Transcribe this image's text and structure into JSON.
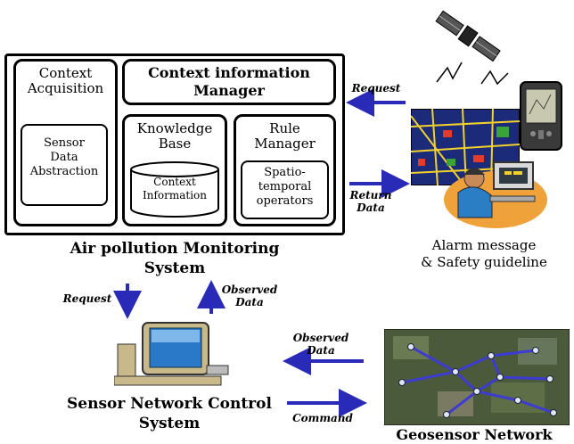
{
  "monitoring_system": {
    "title_line1": "Air pollution Monitoring",
    "title_line2": "System",
    "context_acquisition": {
      "line1": "Context",
      "line2": "Acquisition"
    },
    "sensor_data_abstraction": {
      "line1": "Sensor",
      "line2": "Data",
      "line3": "Abstraction"
    },
    "context_manager": {
      "line1": "Context information",
      "line2": "Manager"
    },
    "knowledge_base": {
      "line1": "Knowledge",
      "line2": "Base"
    },
    "context_information_db": {
      "line1": "Context",
      "line2": "Information"
    },
    "rule_manager": {
      "line1": "Rule",
      "line2": "Manager"
    },
    "spatio_temporal": {
      "line1": "Spatio-",
      "line2": "temporal",
      "line3": "operators"
    }
  },
  "flows": {
    "request_top": "Request",
    "return_data": {
      "line1": "Return",
      "line2": "Data"
    },
    "request_down": "Request",
    "observed_up": {
      "line1": "Observed",
      "line2": "Data"
    },
    "observed_left": {
      "line1": "Observed",
      "line2": "Data"
    },
    "command": "Command"
  },
  "alarm": {
    "line1": "Alarm message",
    "line2": "& Safety guideline"
  },
  "sensor_network_control": {
    "line1": "Sensor Network Control",
    "line2": "System"
  },
  "geosensor_network": "Geosensor Network",
  "colors": {
    "arrow": "#2a2ab8",
    "line": "#000000"
  }
}
